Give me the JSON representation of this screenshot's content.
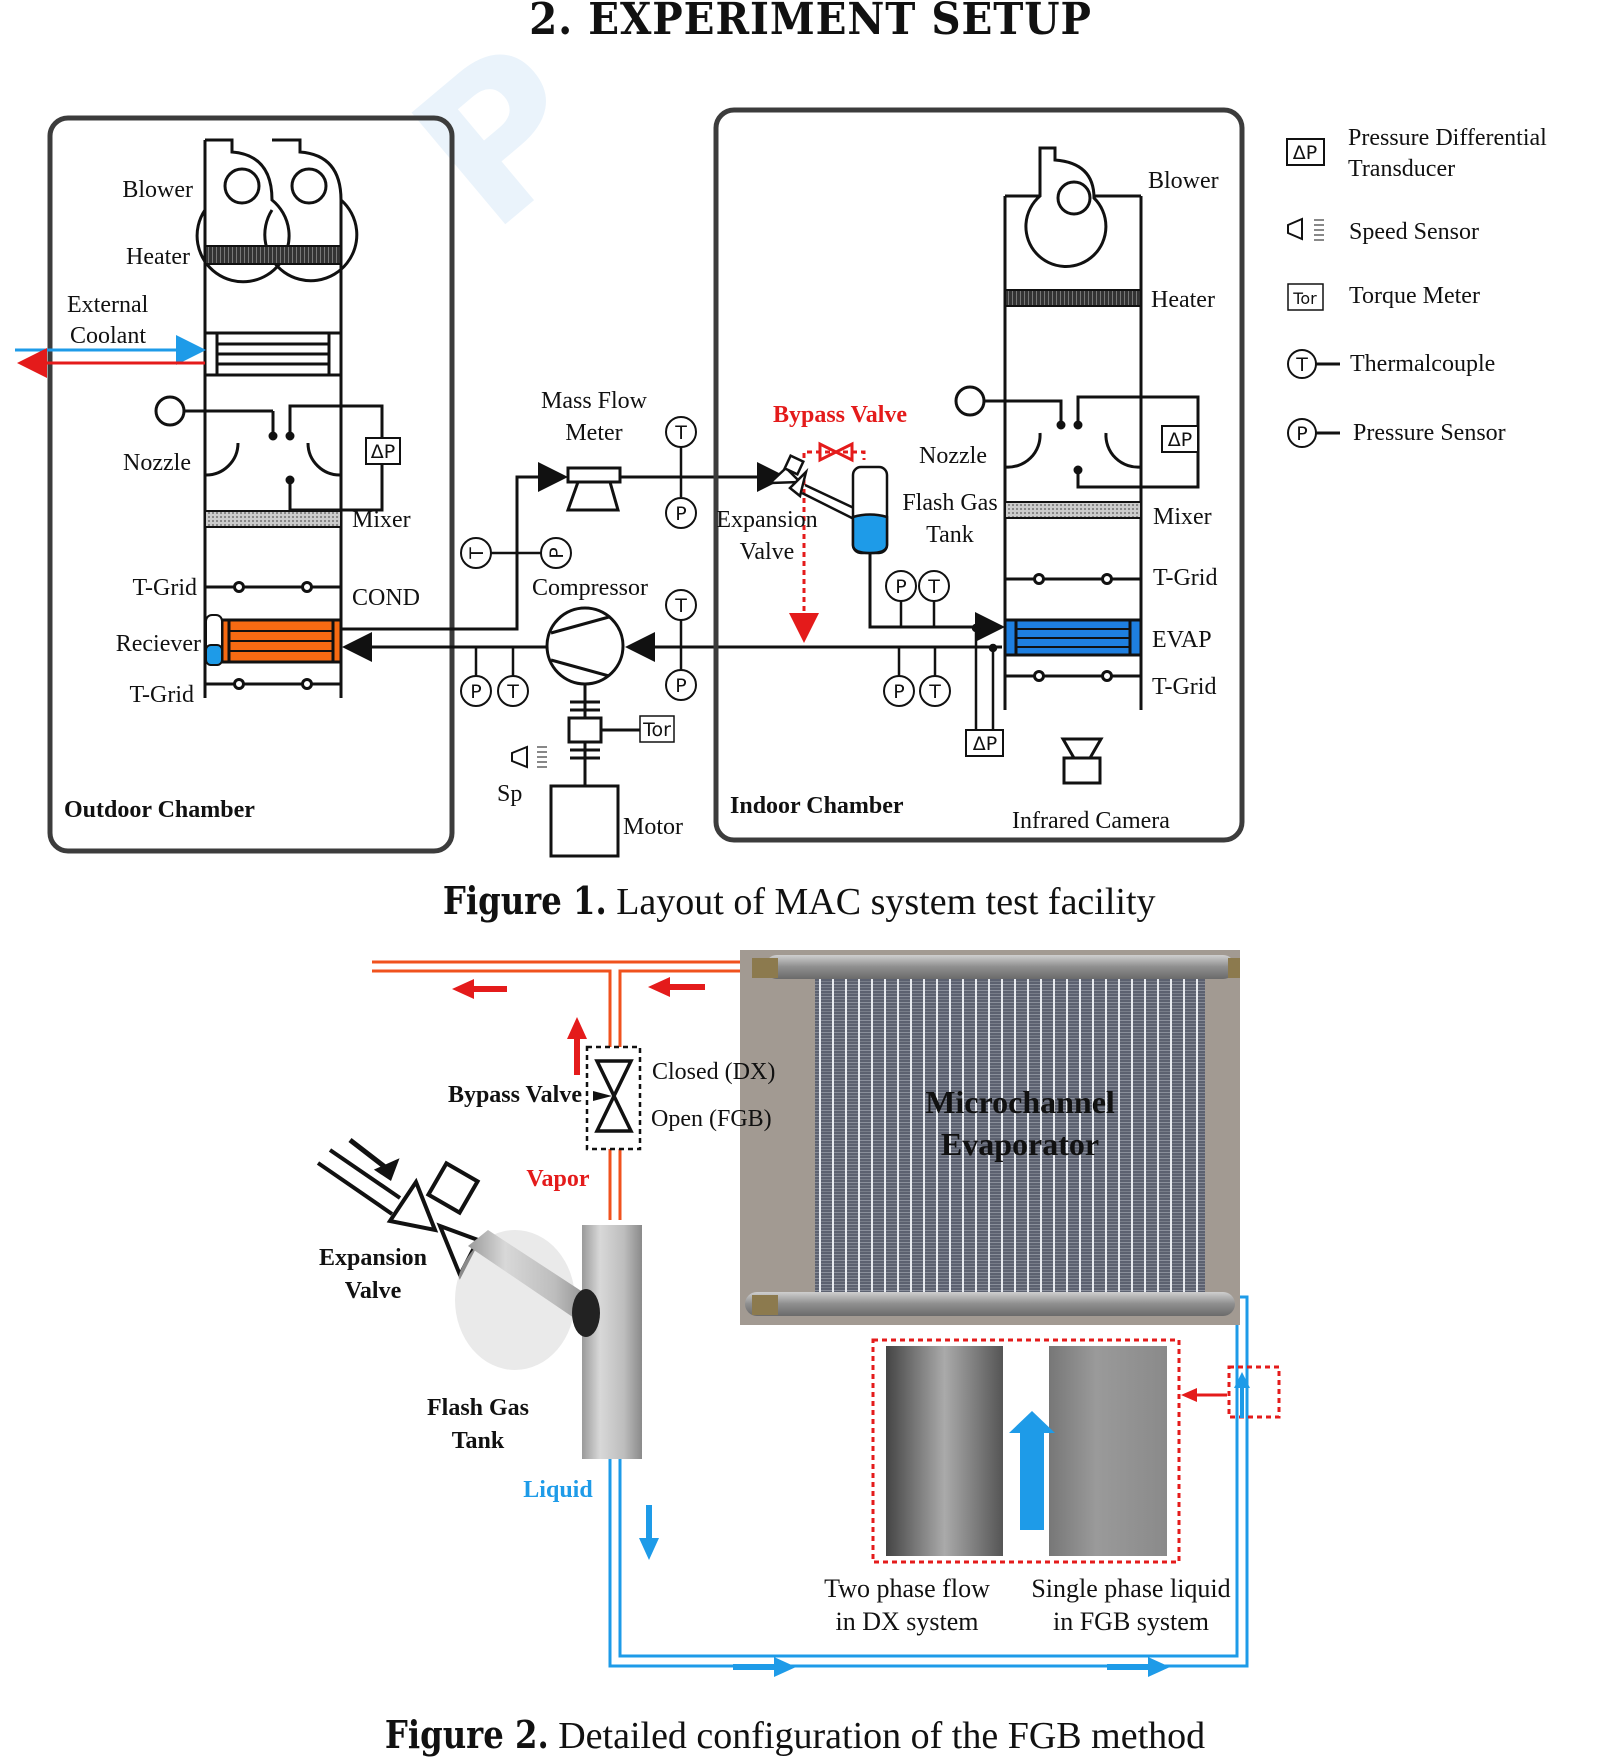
{
  "section_title": "2. EXPERIMENT SETUP",
  "figure1": {
    "caption_label": "Figure 1.",
    "caption_text": "Layout of MAC system test facility",
    "outdoor_chamber": {
      "title": "Outdoor Chamber",
      "labels": {
        "blower": "Blower",
        "heater": "Heater",
        "external_coolant_1": "External",
        "external_coolant_2": "Coolant",
        "nozzle": "Nozzle",
        "mixer": "Mixer",
        "tgrid_top": "T-Grid",
        "cond": "COND",
        "receiver": "Reciever",
        "tgrid_bottom": "T-Grid"
      }
    },
    "middle": {
      "mass_flow_1": "Mass Flow",
      "mass_flow_2": "Meter",
      "compressor": "Compressor",
      "speed": "Sp",
      "motor": "Motor",
      "torque": "Tor"
    },
    "indoor_chamber": {
      "title": "Indoor Chamber",
      "labels": {
        "bypass_valve": "Bypass Valve",
        "expansion_1": "Expansion",
        "expansion_2": "Valve",
        "flash_gas_1": "Flash Gas",
        "flash_gas_2": "Tank",
        "blower": "Blower",
        "heater": "Heater",
        "nozzle": "Nozzle",
        "mixer": "Mixer",
        "tgrid_top": "T-Grid",
        "evap": "EVAP",
        "tgrid_bottom": "T-Grid",
        "infrared_camera": "Infrared Camera"
      }
    },
    "sensor_symbols": {
      "T": "T",
      "P": "P",
      "dP": "ΔP"
    },
    "legend": [
      {
        "icon": "pressure-differential-icon",
        "symbol": "ΔP",
        "label_1": "Pressure Differential",
        "label_2": "Transducer"
      },
      {
        "icon": "speed-sensor-icon",
        "label_1": "Speed Sensor"
      },
      {
        "icon": "torque-meter-icon",
        "symbol": "Tor",
        "label_1": "Torque Meter"
      },
      {
        "icon": "thermocouple-icon",
        "symbol": "T",
        "label_1": "Thermalcouple"
      },
      {
        "icon": "pressure-sensor-icon",
        "symbol": "P",
        "label_1": "Pressure Sensor"
      }
    ]
  },
  "figure2": {
    "caption_label": "Figure 2.",
    "caption_text": "Detailed configuration of the FGB method",
    "labels": {
      "bypass_valve": "Bypass Valve",
      "closed": "Closed (DX)",
      "open": "Open (FGB)",
      "vapor": "Vapor",
      "expansion_1": "Expansion",
      "expansion_2": "Valve",
      "flash_gas_1": "Flash Gas",
      "flash_gas_2": "Tank",
      "liquid": "Liquid",
      "evaporator_1": "Microchannel",
      "evaporator_2": "Evaporator",
      "two_phase_1": "Two phase flow",
      "two_phase_2": "in DX system",
      "single_phase_1": "Single phase liquid",
      "single_phase_2": "in FGB system"
    }
  },
  "colors": {
    "vapor_red": "#e41b1b",
    "pipe_orange": "#f0521e",
    "liquid_blue": "#1e9be8",
    "cond_orange": "#f76a12",
    "evap_blue": "#1e7fe0",
    "chamber_border": "#3c3c3c"
  }
}
